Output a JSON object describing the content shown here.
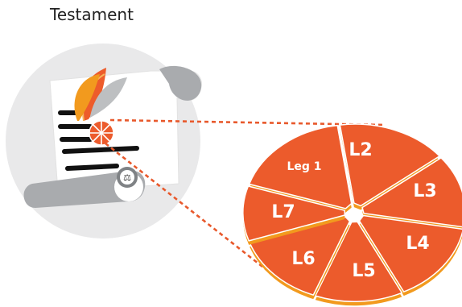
{
  "title": "Testament",
  "wheel": {
    "segments": [
      {
        "id": "leg1",
        "label": "Leg 1"
      },
      {
        "id": "l2",
        "label": "L2"
      },
      {
        "id": "l3",
        "label": "L3"
      },
      {
        "id": "l4",
        "label": "L4"
      },
      {
        "id": "l5",
        "label": "L5"
      },
      {
        "id": "l6",
        "label": "L6"
      },
      {
        "id": "l7",
        "label": "L7"
      }
    ]
  },
  "colors": {
    "slice_fill": "#ec5b2c",
    "slice_shadow": "#f29a1e",
    "connector": "#e8592c",
    "circle_bg": "#e9e9ea",
    "scroll_gray": "#a9abae",
    "ink": "#111111",
    "feather_orange": "#f08a2c"
  }
}
